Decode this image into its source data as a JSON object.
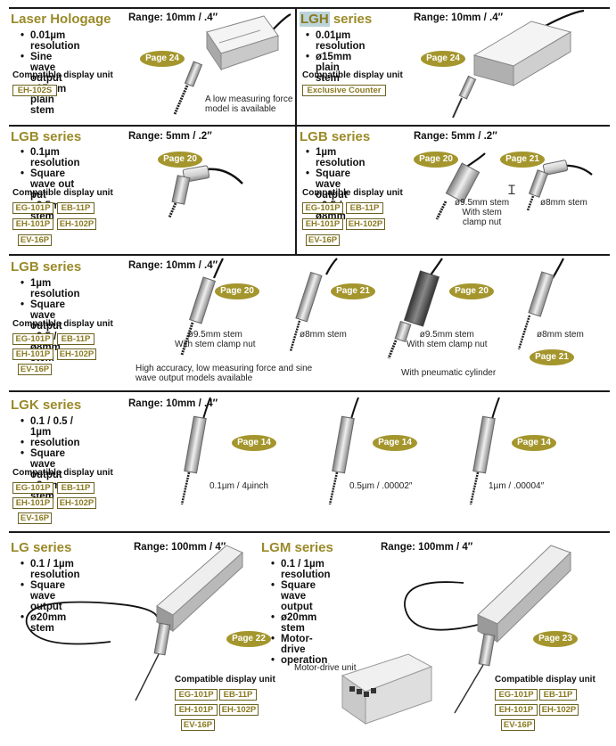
{
  "colors": {
    "title": "#9a8a28",
    "badge": "#a4962d",
    "box_border": "#6b6220",
    "lgh_highlight": "#bcd3d9"
  },
  "cdu_label": "Compatible display unit",
  "sections": {
    "laser": {
      "title": "Laser Hologage",
      "range": "Range: 10mm / .4″",
      "features": [
        "0.01µm resolution",
        "Sine wave output",
        "ø15mm plain stem"
      ],
      "page": "Page 24",
      "units": [
        "EH-102S"
      ],
      "caption": [
        "A low measuring force",
        "model is available"
      ]
    },
    "lgh": {
      "title_hl": "LGH",
      "title_rest": " series",
      "range": "Range: 10mm / .4″",
      "features": [
        "0.01µm resolution",
        "ø15mm plain stem"
      ],
      "page": "Page 24",
      "units": [
        "Exclusive Counter"
      ]
    },
    "lgb1": {
      "title": "LGB series",
      "range": "Range: 5mm / .2″",
      "features": [
        "0.1µm resolution",
        "Square wave out put",
        "ø9.5mm stem"
      ],
      "page": "Page 20",
      "units": [
        "EG-101P",
        "EB-11P",
        "EH-101P",
        "EH-102P",
        "EV-16P"
      ]
    },
    "lgb2": {
      "title": "LGB series",
      "range": "Range: 5mm / .2″",
      "features": [
        "1µm resolution",
        "Square wave output",
        "ø9.5 / ø8mm stem"
      ],
      "pages": [
        "Page 20",
        "Page 21"
      ],
      "units": [
        "EG-101P",
        "EB-11P",
        "EH-101P",
        "EH-102P",
        "EV-16P"
      ],
      "cap1": [
        "ø9.5mm stem",
        "With stem",
        "clamp nut"
      ],
      "cap2": "ø8mm stem"
    },
    "lgb3": {
      "title": "LGB series",
      "range": "Range: 10mm / .4″",
      "features": [
        "1µm resolution",
        "Square wave output",
        "ø9.5 / ø8mm stem"
      ],
      "pages": [
        "Page 20",
        "Page 21",
        "Page 20",
        "Page 21"
      ],
      "units": [
        "EG-101P",
        "EB-11P",
        "EH-101P",
        "EH-102P",
        "EV-16P"
      ],
      "cap1": [
        "ø9.5mm stem",
        "With stem clamp nut"
      ],
      "cap2": "ø8mm stem",
      "cap3": [
        "ø9.5mm stem",
        "With stem clamp nut"
      ],
      "cap4": "ø8mm stem",
      "note1": [
        "High accuracy, low measuring force and sine",
        "wave output models available"
      ],
      "note2": "With pneumatic cylinder"
    },
    "lgk": {
      "title": "LGK series",
      "range": "Range: 10mm / .4″",
      "features": [
        "0.1 / 0.5 / 1µm",
        "resolution",
        "Square wave output",
        "ø8mm stem"
      ],
      "pages": [
        "Page 14",
        "Page 14",
        "Page 14"
      ],
      "units": [
        "EG-101P",
        "EB-11P",
        "EH-101P",
        "EH-102P",
        "EV-16P"
      ],
      "caps": [
        "0.1µm / 4µinch",
        "0.5µm / .00002″",
        "1µm / .00004″"
      ]
    },
    "lg": {
      "title": "LG series",
      "range": "Range: 100mm / 4″",
      "features": [
        "0.1 / 1µm resolution",
        "Square wave output",
        "ø20mm stem"
      ],
      "page": "Page 22",
      "units": [
        "EG-101P",
        "EB-11P",
        "EH-101P",
        "EH-102P",
        "EV-16P"
      ]
    },
    "lgm": {
      "title": "LGM series",
      "range": "Range: 100mm / 4″",
      "features": [
        "0.1 / 1µm resolution",
        "Square wave output",
        "ø20mm stem",
        "Motor-drive",
        "operation"
      ],
      "page": "Page 23",
      "units": [
        "EG-101P",
        "EB-11P",
        "EH-101P",
        "EH-102P",
        "EV-16P"
      ],
      "motor_caption": "Motor-drive unit"
    }
  }
}
